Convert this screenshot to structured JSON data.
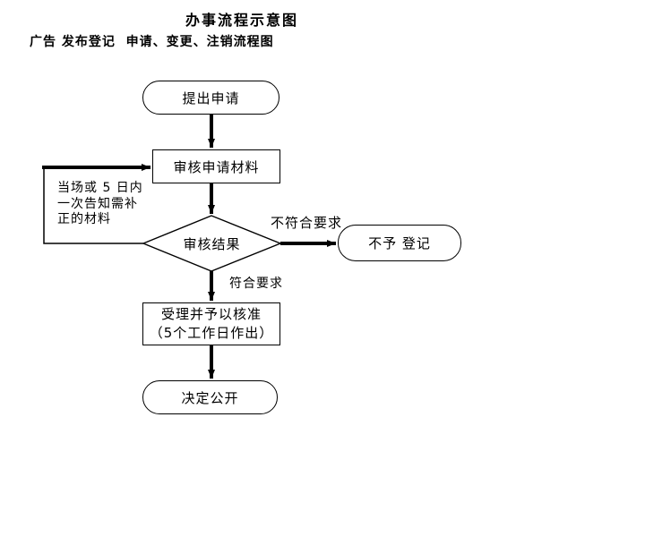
{
  "title": "办事流程示意图",
  "subtitle": "广告 发布登记  申请、变更、注销流程图",
  "flowchart": {
    "nodes": {
      "start": {
        "type": "terminator",
        "label": "提出申请"
      },
      "review_materials": {
        "type": "process",
        "label": "审核申请材料"
      },
      "review_result": {
        "type": "decision",
        "label": "审核结果"
      },
      "reject": {
        "type": "terminator",
        "label": "不予 登记"
      },
      "approve": {
        "type": "process",
        "lines": [
          "受理并予以核准",
          "（5个工作日作出）"
        ]
      },
      "publish": {
        "type": "terminator",
        "label": "决定公开"
      }
    },
    "edge_labels": {
      "not_meet": "不符合要求",
      "meet": "符合要求",
      "supplement": {
        "lines": [
          "当场或 5 日内",
          "一次告知需补",
          "正的材料"
        ]
      }
    },
    "colors": {
      "line": "#000000",
      "shape_fill": "#ffffff",
      "text": "#000000",
      "background": "#ffffff"
    }
  }
}
